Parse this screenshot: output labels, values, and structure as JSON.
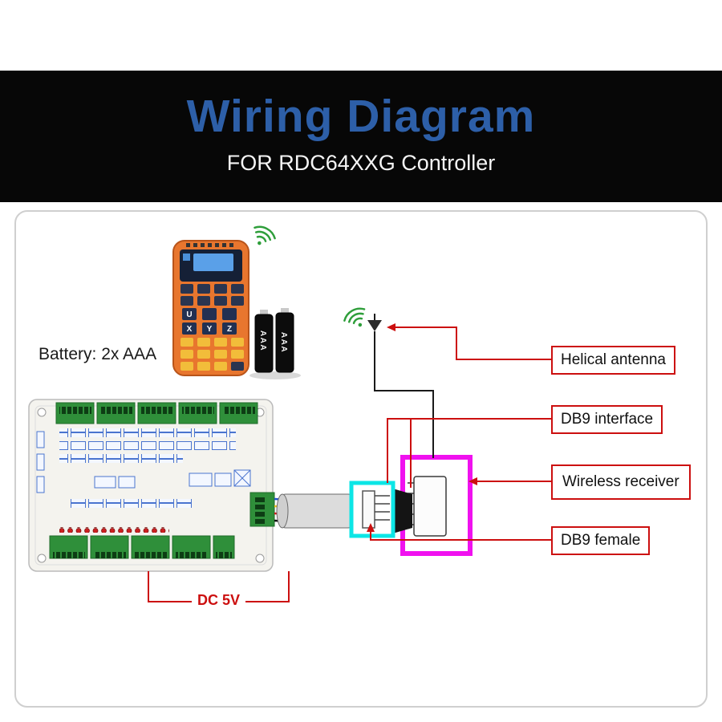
{
  "header": {
    "title": "Wiring Diagram",
    "subtitle": "FOR RDC64XXG Controller"
  },
  "labels": {
    "battery": "Battery: 2x AAA",
    "dc_power": "DC 5V"
  },
  "callouts": [
    {
      "label": "Helical antenna"
    },
    {
      "label": "DB9 interface"
    },
    {
      "label": "Wireless receiver"
    },
    {
      "label": "DB9 female"
    }
  ],
  "remote": {
    "keys": [
      "U",
      "X",
      "Y",
      "Z"
    ]
  },
  "battery_cell_label": "AAA",
  "colors": {
    "title_blue": "#2d5fa8",
    "callout_red": "#cc0f0f",
    "highlight_magenta": "#f011ef",
    "highlight_cyan": "#0ce6e6",
    "wifi_green": "#2e9e3a",
    "remote_orange": "#e8762e",
    "terminal_green": "#2f8f3a"
  }
}
